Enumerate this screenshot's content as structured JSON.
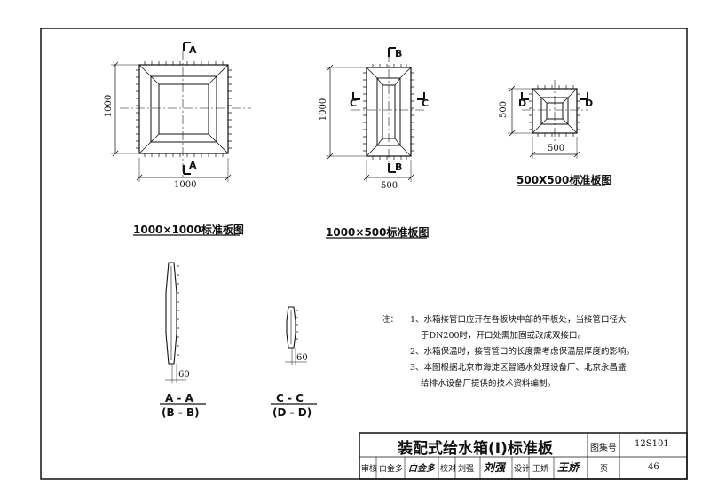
{
  "views": {
    "a_mark": "A",
    "b_mark": "B",
    "c_mark": "C",
    "d_mark": "D",
    "dim_1000_a": "1000",
    "dim_1000_b": "1000",
    "dim_1000_c": "1000",
    "dim_500_a": "500",
    "dim_500_b": "500",
    "dim_500_c": "500",
    "cap_1000x1000": "1000×1000标准板图",
    "cap_1000x500": "1000×500标准板图",
    "cap_500x500": "500X500标准板图"
  },
  "sections": {
    "dim_60_a": "60",
    "dim_60_b": "60",
    "aa_title": "A - A",
    "aa_sub": "(B - B)",
    "cc_title": "C - C",
    "cc_sub": "(D - D)"
  },
  "notes": {
    "prefix": "注：",
    "items": [
      "1、水箱接管口应开在各板块中部的平板处，当接管口径大",
      "于DN200时，开口处需加固或改成双接口。",
      "2、水箱保温时，接管管口的长度需考虑保温层厚度的影响。",
      "3、本图根据北京市海淀区智通水处理设备厂、北京永昌盛",
      "给排水设备厂提供的技术资料编制。"
    ]
  },
  "title_block": {
    "title": "装配式给水箱(I)标准板",
    "atlas_label": "图集号",
    "atlas_no": "12S101",
    "review_label": "审核",
    "review_name": "白金多",
    "review_sign": "白金多",
    "check_label": "校对",
    "check_name": "刘强",
    "check_sign": "刘强",
    "design_label": "设计",
    "design_name": "王娇",
    "design_sign": "王娇",
    "page_label": "页",
    "page_no": "46"
  }
}
